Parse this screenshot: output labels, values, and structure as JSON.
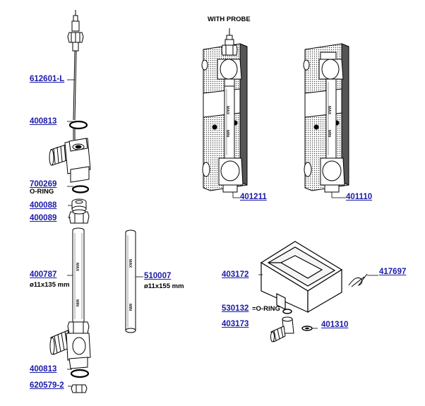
{
  "headings": {
    "with_probe": "WITH PROBE"
  },
  "parts": {
    "p612601": "612601-L",
    "p400813_top": "400813",
    "p700269": "700269",
    "p400088": "400088",
    "p400089": "400089",
    "p400787": "400787",
    "p510007": "510007",
    "p400813_bottom": "400813",
    "p620579": "620579-2",
    "p401211": "401211",
    "p401110": "401110",
    "p403172": "403172",
    "p417697": "417697",
    "p530132": "530132",
    "p403173": "403173",
    "p401310": "401310"
  },
  "notes": {
    "oring_a": "O-RING",
    "oring_b": "=O-RING",
    "dim_135": "ø11x135 mm",
    "dim_155": "ø11x155 mm"
  },
  "scale_marks": {
    "max": "MAX",
    "min": "MIN"
  },
  "colors": {
    "label": "#1a1aa8",
    "line": "#000000",
    "fill": "#ffffff",
    "shade": "#555555"
  }
}
